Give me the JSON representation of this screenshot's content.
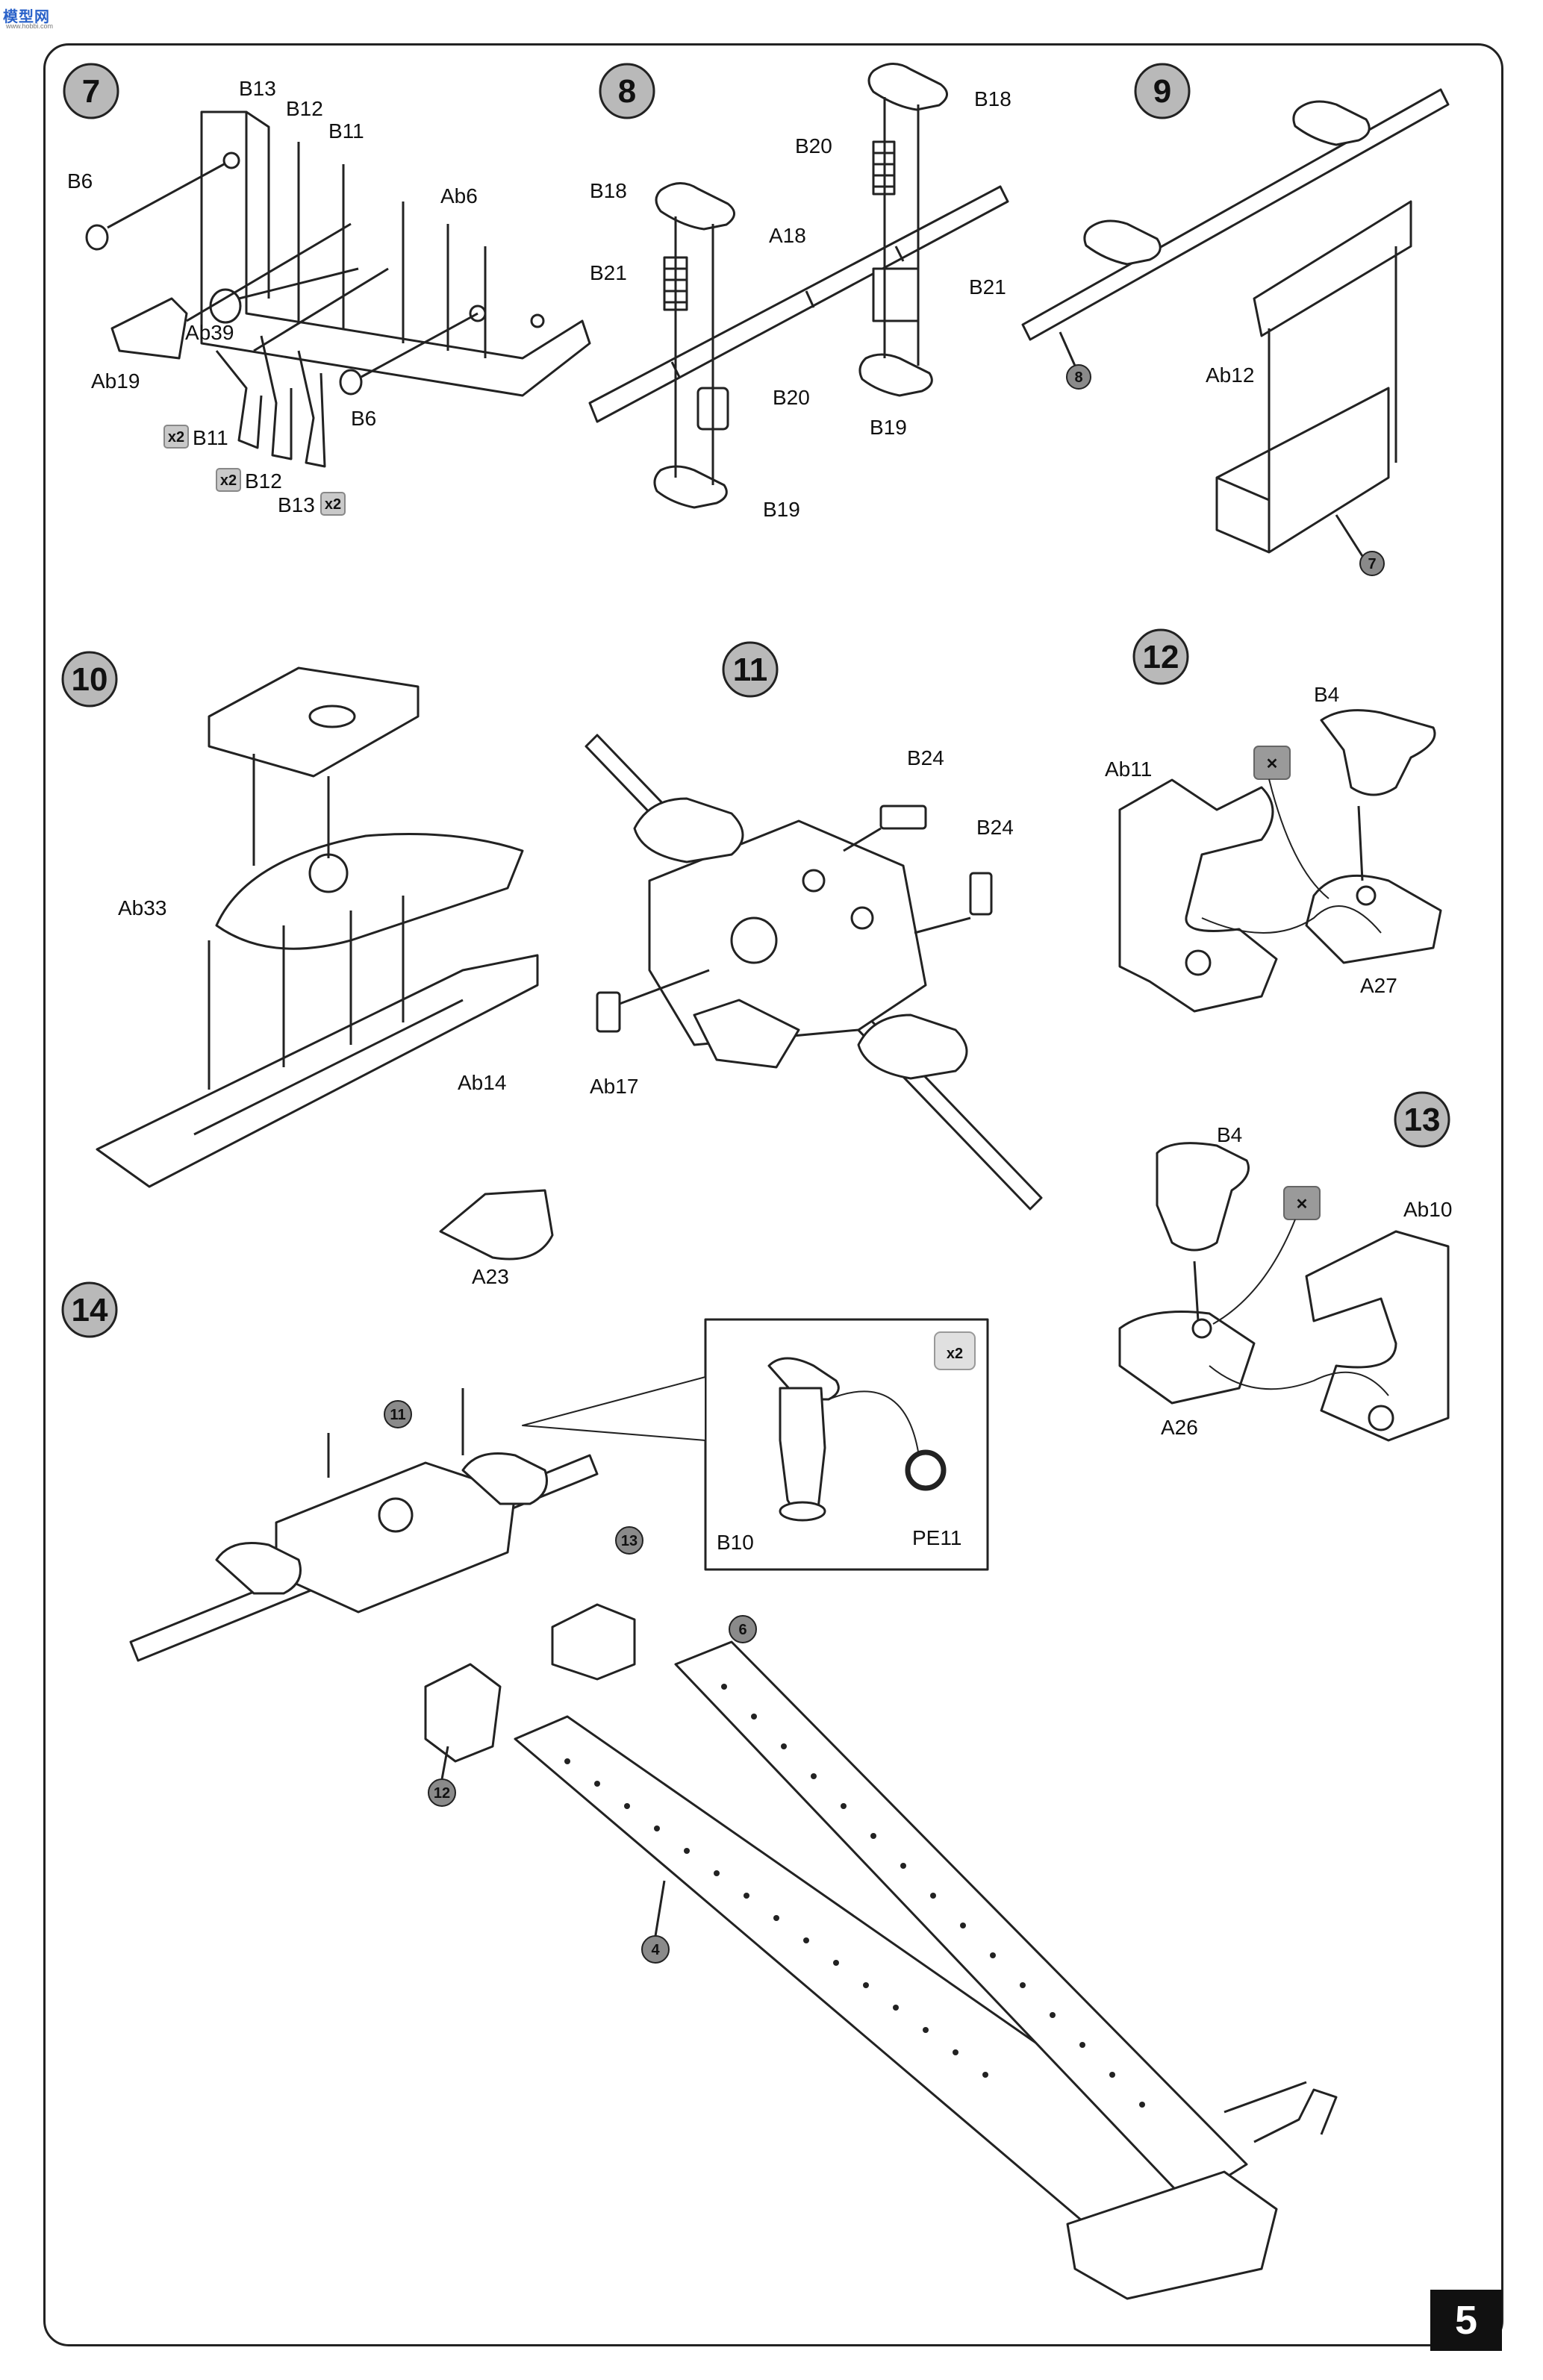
{
  "header": {
    "watermark": "模型网",
    "watermark_sub": "www.hobbi.com"
  },
  "page_number": "5",
  "qty_badge": "x2",
  "steps": {
    "s7": {
      "number": "7",
      "labels": [
        "B13",
        "B12",
        "B11",
        "B6",
        "Ab6",
        "Ab39",
        "Ab19",
        "B11",
        "B12",
        "B13",
        "B6"
      ]
    },
    "s8": {
      "number": "8",
      "labels": [
        "B18",
        "B20",
        "B18",
        "A18",
        "B21",
        "B21",
        "B20",
        "B19",
        "B19"
      ]
    },
    "s9": {
      "number": "9",
      "labels": [
        "Ab12"
      ],
      "refs": [
        "8",
        "7"
      ]
    },
    "s10": {
      "number": "10",
      "labels": [
        "Ab33",
        "Ab14",
        "A23"
      ]
    },
    "s11": {
      "number": "11",
      "labels": [
        "B24",
        "B24",
        "Ab17"
      ]
    },
    "s12": {
      "number": "12",
      "labels": [
        "B4",
        "Ab11",
        "A27"
      ]
    },
    "s13": {
      "number": "13",
      "labels": [
        "B4",
        "Ab10",
        "A26"
      ]
    },
    "s14": {
      "number": "14",
      "labels": [
        "B10",
        "PE11"
      ],
      "refs": [
        "11",
        "13",
        "6",
        "12",
        "4"
      ]
    }
  }
}
